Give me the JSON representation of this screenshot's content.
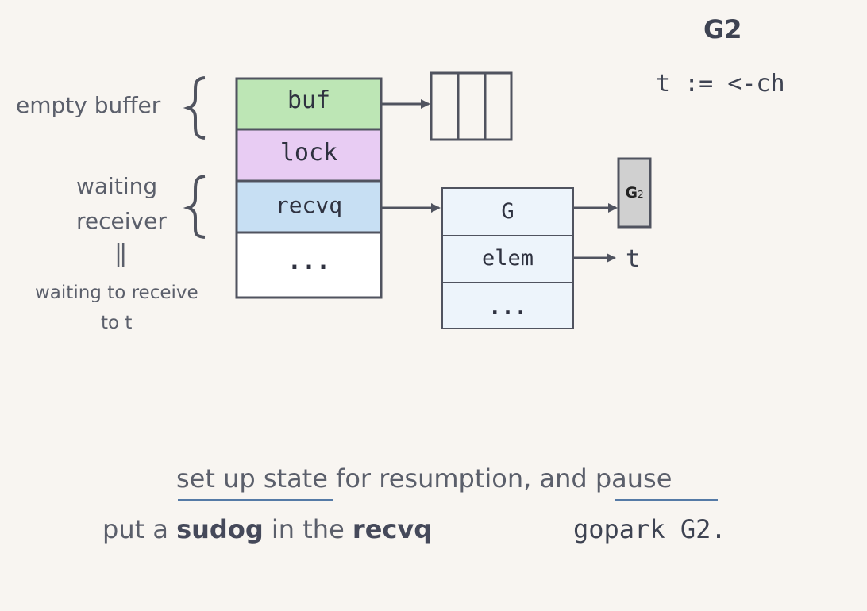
{
  "title": "G2",
  "code_line": "t := <-ch",
  "hchan": {
    "fields": [
      {
        "label": "buf",
        "color": "#bde6b5"
      },
      {
        "label": "lock",
        "color": "#e8ccf3"
      },
      {
        "label": "recvq",
        "color": "#c7dff3"
      },
      {
        "label": "...",
        "color": "#ffffff"
      }
    ]
  },
  "sudog": {
    "fields": [
      "G",
      "elem",
      "..."
    ],
    "color": "#edf4fb"
  },
  "goroutine_box": {
    "label": "G",
    "subscript": "2",
    "color": "#d0d0d0"
  },
  "elem_target": "t",
  "annotations": {
    "empty_buffer": "empty buffer",
    "waiting_line1": "waiting",
    "waiting_line2": "receiver",
    "equals_mark": "||",
    "waiting_to_receive_line1": "waiting to receive",
    "waiting_to_receive_line2": "to t"
  },
  "bottom": {
    "line1_part1": "set up state",
    "line1_part2": " for resumption, and ",
    "line1_part3": "pause",
    "line2_part1": "put a ",
    "line2_bold1": "sudog",
    "line2_part2": " in the ",
    "line2_bold2": "recvq",
    "line2_code": "gopark G2."
  },
  "colors": {
    "stroke": "#50535f",
    "accent": "#557aa6"
  }
}
